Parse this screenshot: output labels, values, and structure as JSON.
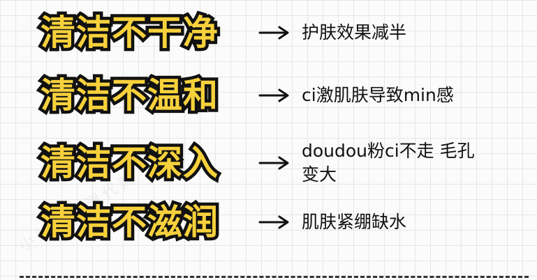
{
  "rows": [
    {
      "headline": "清洁不干净",
      "result": "护肤效果减半"
    },
    {
      "headline": "清洁不温和",
      "result": "ci激肌肤导致min感"
    },
    {
      "headline": "清洁不深入",
      "result": "doudou粉ci不走 毛孔变大"
    },
    {
      "headline": "清洁不滋润",
      "result": "肌肤紧绷缺水"
    }
  ],
  "watermark": "小肚腩澳洲代购",
  "colors": {
    "headline_fill": "#f7d13c",
    "headline_outline": "#111111",
    "text": "#111111"
  }
}
